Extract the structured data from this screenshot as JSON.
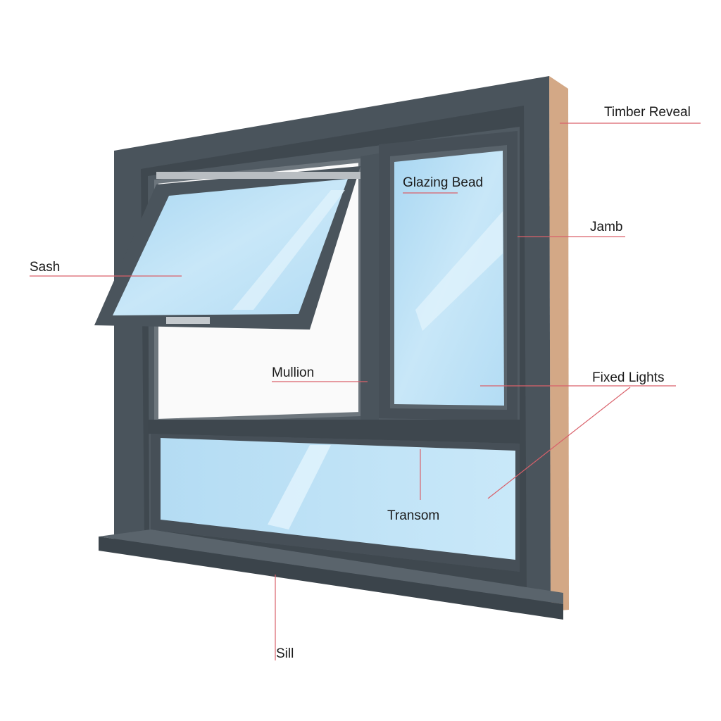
{
  "labels": {
    "timber_reveal": "Timber Reveal",
    "glazing_bead": "Glazing Bead",
    "jamb": "Jamb",
    "sash": "Sash",
    "mullion": "Mullion",
    "fixed_lights": "Fixed Lights",
    "transom": "Transom",
    "sill": "Sill"
  },
  "colors": {
    "frame": "#4a545c",
    "frame_dark": "#3a434a",
    "frame_light": "#5c666e",
    "glass": "#bfe2f6",
    "glass_light": "#dff1fb",
    "timber": "#d3a886",
    "leader_line": "#d9606a",
    "background": "#ffffff"
  }
}
